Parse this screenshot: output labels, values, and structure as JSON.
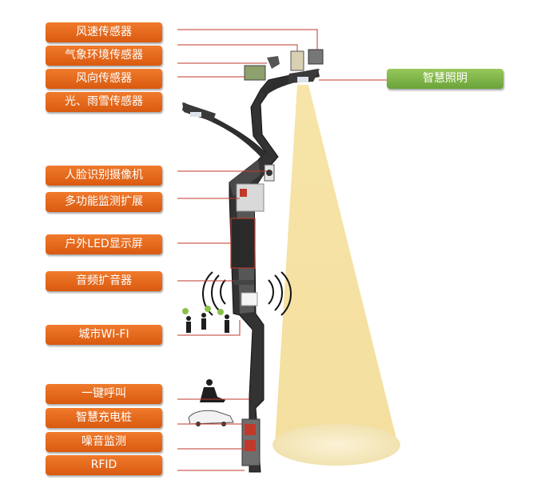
{
  "colors": {
    "label_orange": "#e8671d",
    "label_green": "#7fb547",
    "pole": "#2c2c2c",
    "leader_line": "#c0392b",
    "light_beam": "#f3dfa0"
  },
  "labels_left": [
    "风速传感器",
    "气象环境传感器",
    "风向传感器",
    "光、雨雪传感器",
    "人脸识别摄像机",
    "多功能监测扩展",
    "户外LED显示屏",
    "音频扩音器",
    "城市WI-FI",
    "一键呼叫",
    "智慧充电桩",
    "噪音监测",
    "RFID"
  ],
  "label_right": "智慧照明"
}
